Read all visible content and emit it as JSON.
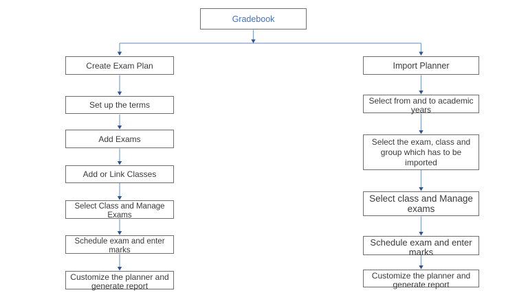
{
  "diagram": {
    "root": {
      "label": "Gradebook"
    },
    "left": [
      {
        "label": "Create Exam Plan"
      },
      {
        "label": "Set up the terms"
      },
      {
        "label": "Add Exams"
      },
      {
        "label": "Add or Link Classes"
      },
      {
        "label": "Select Class and Manage Exams"
      },
      {
        "label": "Schedule exam and enter marks"
      },
      {
        "label": "Customize the planner and generate report"
      }
    ],
    "right": [
      {
        "label": "Import Planner"
      },
      {
        "label": "Select from and to academic years"
      },
      {
        "label": "Select the exam, class and group which has to be imported"
      },
      {
        "label": "Select class and Manage exams"
      },
      {
        "label": "Schedule exam and enter marks"
      },
      {
        "label": "Customize the planner and generate report"
      }
    ],
    "colors": {
      "box_border": "#6e6e6e",
      "root_text": "#4472c4",
      "connector_line": "#7f9ed8",
      "arrowhead": "#2e5395",
      "node_text": "#3a3a3a",
      "background": "#ffffff"
    }
  }
}
